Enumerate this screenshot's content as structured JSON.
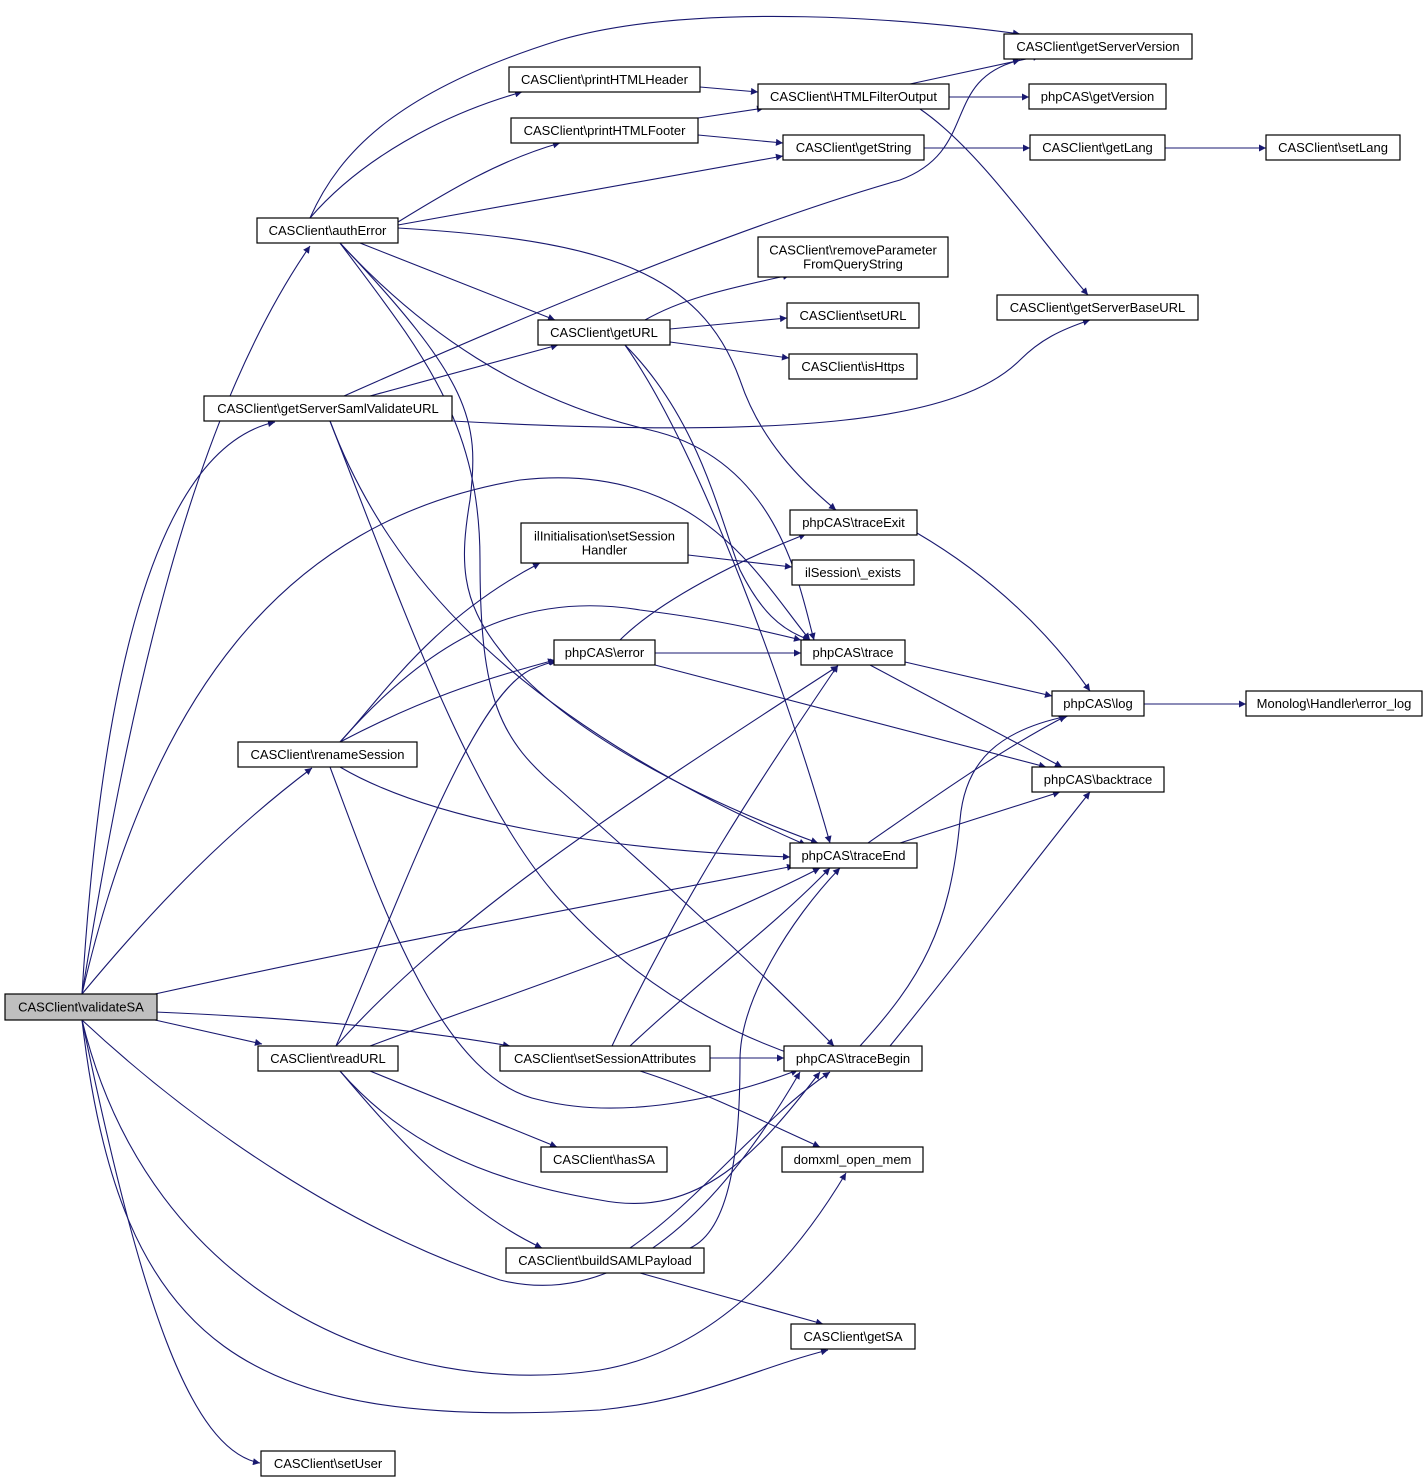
{
  "colors": {
    "edge": "#191970",
    "node_fill": "#ffffff",
    "root_fill": "#bfbfbf",
    "border": "#000000"
  },
  "nodes": {
    "validateSA": [
      "CASClient\\validateSA"
    ],
    "authError": [
      "CASClient\\authError"
    ],
    "getServerSamlValidateURL": [
      "CASClient\\getServerSamlValidateURL"
    ],
    "renameSession": [
      "CASClient\\renameSession"
    ],
    "readURL": [
      "CASClient\\readURL"
    ],
    "setUser": [
      "CASClient\\setUser"
    ],
    "printHTMLHeader": [
      "CASClient\\printHTMLHeader"
    ],
    "printHTMLFooter": [
      "CASClient\\printHTMLFooter"
    ],
    "getURL": [
      "CASClient\\getURL"
    ],
    "ilSetSessionHandler": [
      "ilInitialisation\\setSession",
      "Handler"
    ],
    "error": [
      "phpCAS\\error"
    ],
    "setSessionAttributes": [
      "CASClient\\setSessionAttributes"
    ],
    "hasSA": [
      "CASClient\\hasSA"
    ],
    "buildSAMLPayload": [
      "CASClient\\buildSAMLPayload"
    ],
    "HTMLFilterOutput": [
      "CASClient\\HTMLFilterOutput"
    ],
    "getString": [
      "CASClient\\getString"
    ],
    "removeParam": [
      "CASClient\\removeParameter",
      "FromQueryString"
    ],
    "setURL": [
      "CASClient\\setURL"
    ],
    "isHttps": [
      "CASClient\\isHttps"
    ],
    "traceExit": [
      "phpCAS\\traceExit"
    ],
    "ilExists": [
      "ilSession\\_exists"
    ],
    "trace": [
      "phpCAS\\trace"
    ],
    "traceEnd": [
      "phpCAS\\traceEnd"
    ],
    "traceBegin": [
      "phpCAS\\traceBegin"
    ],
    "domxml": [
      "domxml_open_mem"
    ],
    "getSA": [
      "CASClient\\getSA"
    ],
    "getServerVersion": [
      "CASClient\\getServerVersion"
    ],
    "getVersion": [
      "phpCAS\\getVersion"
    ],
    "getLang": [
      "CASClient\\getLang"
    ],
    "getServerBaseURL": [
      "CASClient\\getServerBaseURL"
    ],
    "log": [
      "phpCAS\\log"
    ],
    "backtrace": [
      "phpCAS\\backtrace"
    ],
    "setLang": [
      "CASClient\\setLang"
    ],
    "errorLog": [
      "Monolog\\Handler\\error_log"
    ]
  }
}
